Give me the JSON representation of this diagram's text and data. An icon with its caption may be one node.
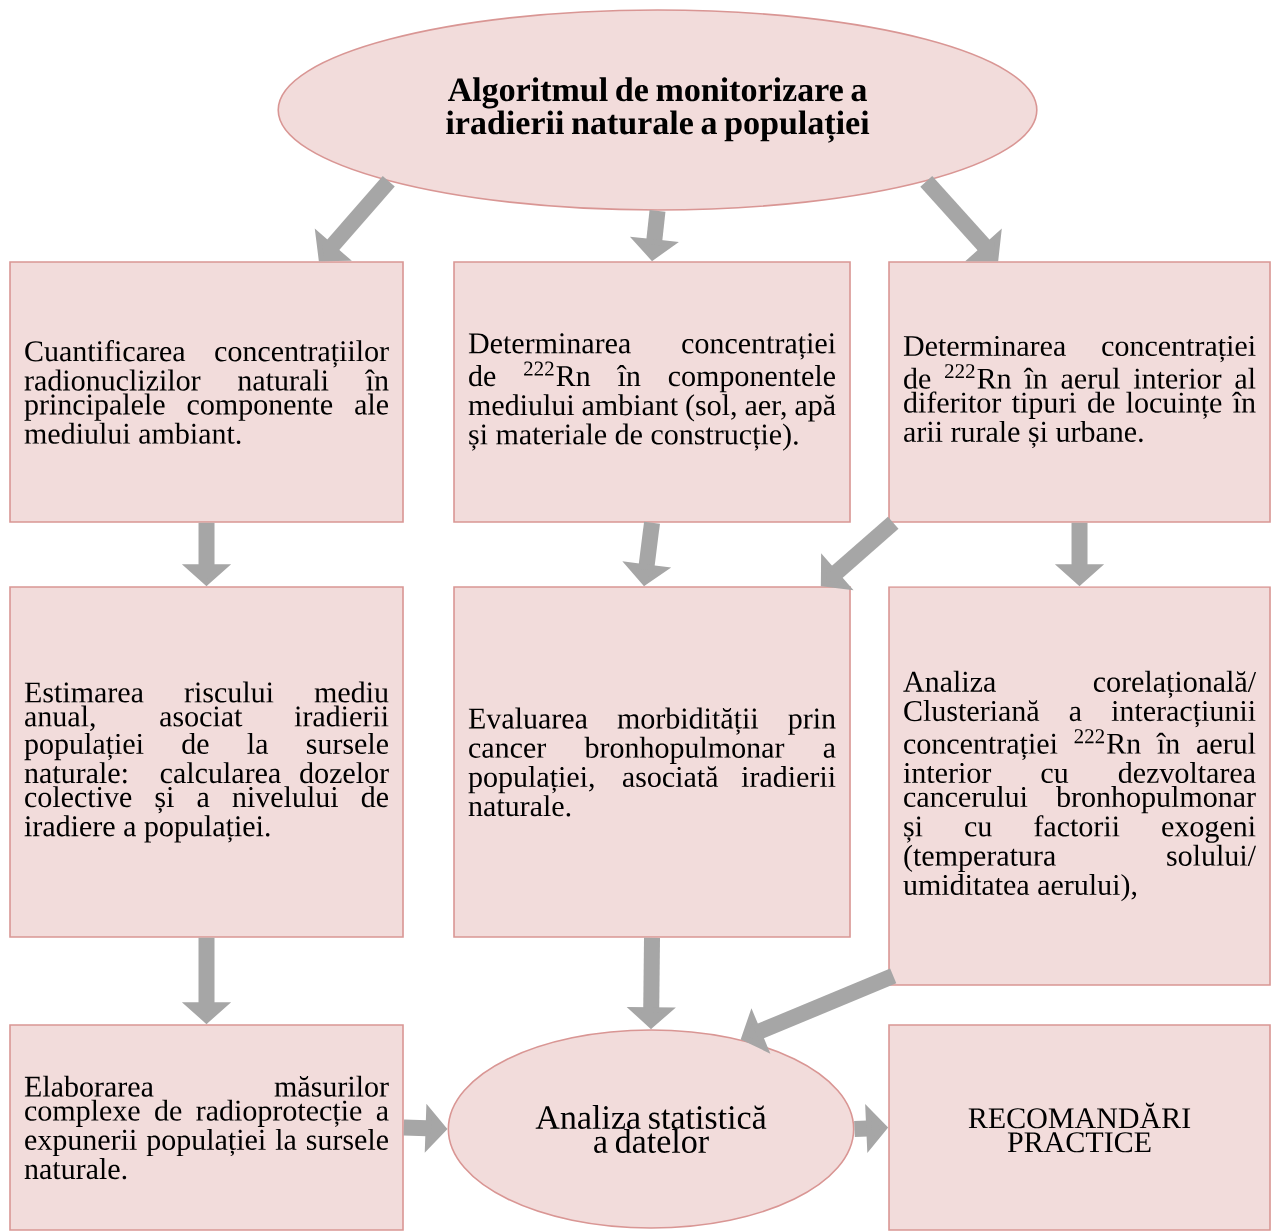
{
  "diagram": {
    "nodes": [
      {
        "text": [
          "Algoritmul de monitorizare a iradierii naturale a populației"
        ]
      },
      {
        "text": [
          "Cuantificarea concentrațiilor radionuclizilor naturali în principalele componente ale mediului ambiant."
        ]
      },
      {
        "text": [
          "Determinarea concentrației de $^{222}$Rn în componentele mediului ambiant (sol, aer, apă și materiale de construcție)."
        ]
      },
      {
        "text": [
          "Determinarea concentrației de $^{222}$Rn în aerul interior al diferitor tipuri de locuințe în arii rurale și urbane."
        ]
      },
      {
        "text": [
          "Estimarea riscului mediu anual, asociat iradierii populației de la sursele naturale: calcularea dozelor colective și a nivelului de iradiere a populației."
        ]
      },
      {
        "text": [
          "Evaluarea morbidității prin cancer bronhopulmonar a populației, asociată iradierii naturale."
        ]
      },
      {
        "text": [
          "Analiza corelațională/ Clusteriană a interacțiunii concentrației $^{222}$Rn în aerul interior cu dezvoltarea cancerului bronhopulmonar și cu factorii exogeni (temperatura solului/ umiditatea aerului),"
        ]
      },
      {
        "text": [
          "Elaborarea măsurilor complexe de radioprotecție a expunerii populației la sursele naturale."
        ]
      },
      {
        "text": [
          "Analiza statistică a datelor"
        ]
      },
      {
        "text": [
          "RECOMANDĂRI PRACTICE"
        ]
      }
    ],
    "edges": [
      {
        "from": 0,
        "to": 1,
        "arrow": "to"
      },
      {
        "from": 0,
        "to": 2,
        "arrow": "to"
      },
      {
        "from": 0,
        "to": 3,
        "arrow": "to"
      },
      {
        "from": 1,
        "to": 4,
        "arrow": "to"
      },
      {
        "from": 2,
        "to": 5,
        "arrow": "to"
      },
      {
        "from": 3,
        "to": 5,
        "arrow": "to"
      },
      {
        "from": 3,
        "to": 6,
        "arrow": "to"
      },
      {
        "from": 4,
        "to": 7,
        "arrow": "to"
      },
      {
        "from": 5,
        "to": 8,
        "arrow": "to"
      },
      {
        "from": 6,
        "to": 8,
        "arrow": "to"
      },
      {
        "from": 7,
        "to": 8,
        "arrow": "to"
      },
      {
        "from": 8,
        "to": 9,
        "arrow": "to"
      }
    ]
  }
}
